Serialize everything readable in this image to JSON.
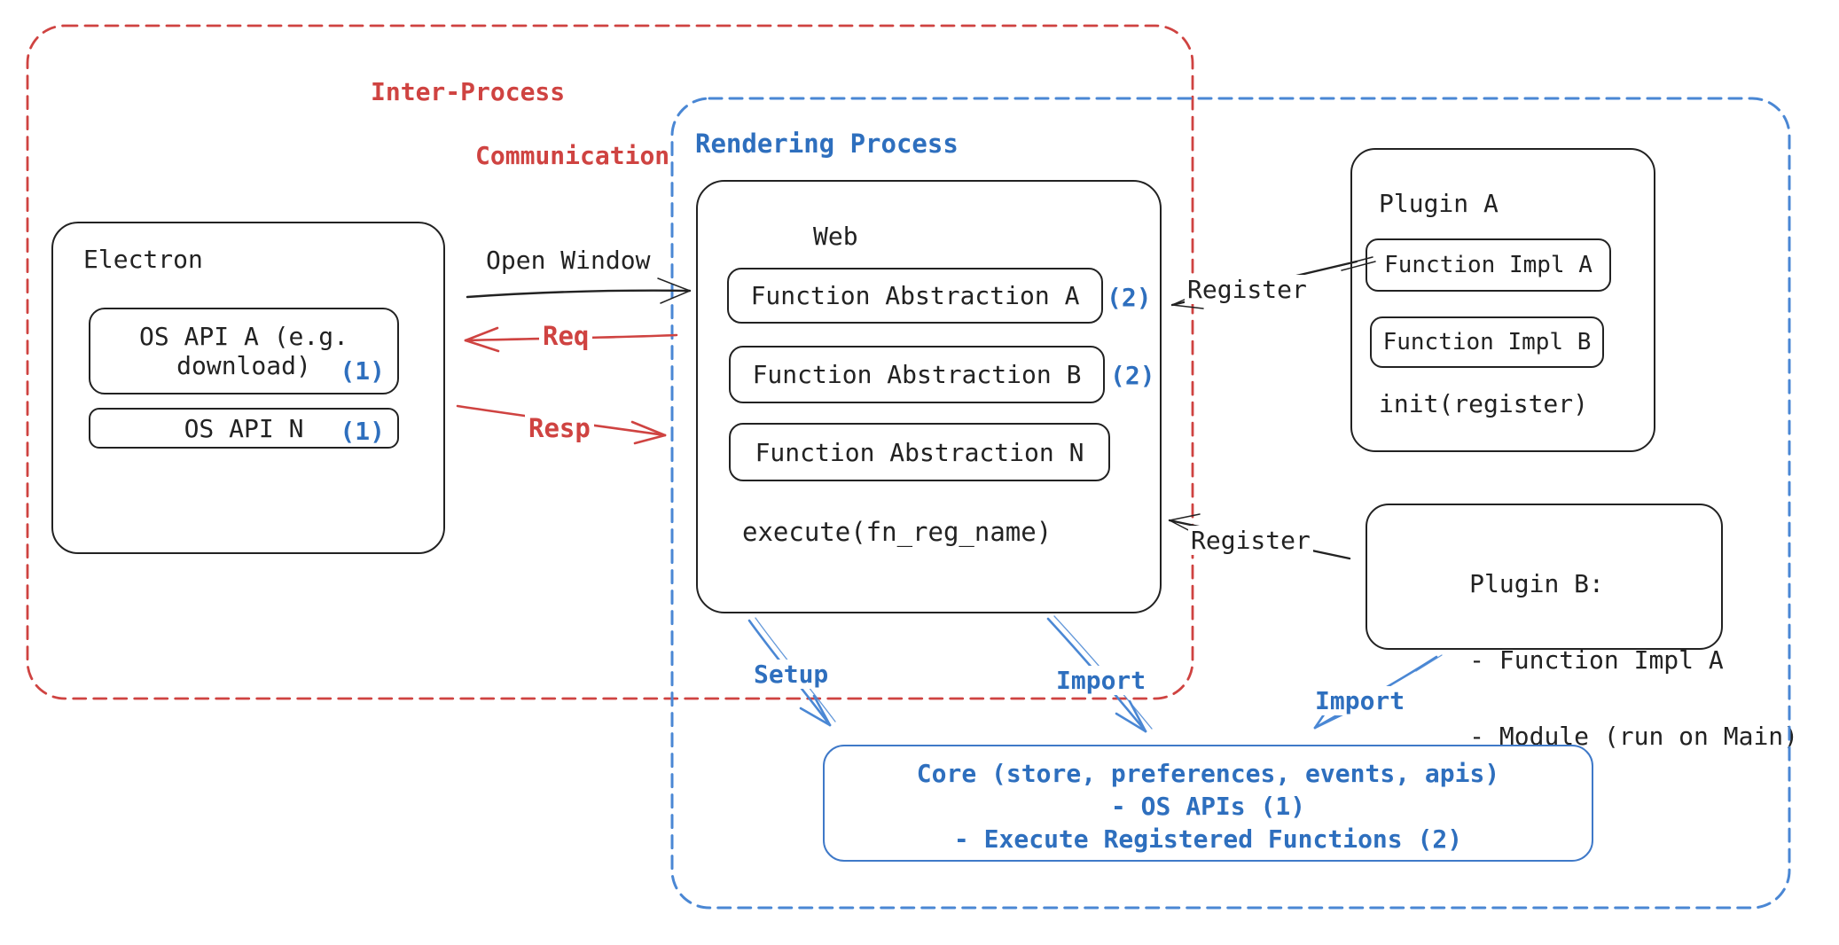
{
  "colors": {
    "red": "#cf4341",
    "blue": "#2e6fbe",
    "blue-light": "#4a87d4",
    "ink": "#222222",
    "core-border": "#3f79c8"
  },
  "ipc_group": {
    "label_line1": "Inter-Process",
    "label_line2": "Communication"
  },
  "rendering_group": {
    "label": "Rendering Process"
  },
  "electron": {
    "title": "Electron",
    "api_a": {
      "line1": "OS API A (e.g.",
      "line2": "download)",
      "badge": "(1)"
    },
    "api_n": {
      "label": "OS API N",
      "badge": "(1)"
    }
  },
  "web": {
    "title": "Web",
    "fn_a": {
      "label": "Function Abstraction A",
      "badge": "(2)"
    },
    "fn_b": {
      "label": "Function Abstraction B",
      "badge": "(2)"
    },
    "fn_n": {
      "label": "Function Abstraction N"
    },
    "execute": "execute(fn_reg_name)"
  },
  "plugin_a": {
    "title": "Plugin A",
    "impl_a": "Function Impl A",
    "impl_b": "Function Impl B",
    "init": "init(register)"
  },
  "plugin_b": {
    "title": "Plugin B:",
    "item1": "- Function Impl A",
    "item2": "- Module (run on Main)"
  },
  "core": {
    "line1": "Core (store, preferences, events, apis)",
    "line2": "- OS APIs (1)",
    "line3": "- Execute Registered Functions (2)"
  },
  "arrows": {
    "open_window": "Open Window",
    "req": "Req",
    "resp": "Resp",
    "register_a": "Register",
    "register_b": "Register",
    "setup": "Setup",
    "import_web": "Import",
    "import_plugin": "Import"
  }
}
